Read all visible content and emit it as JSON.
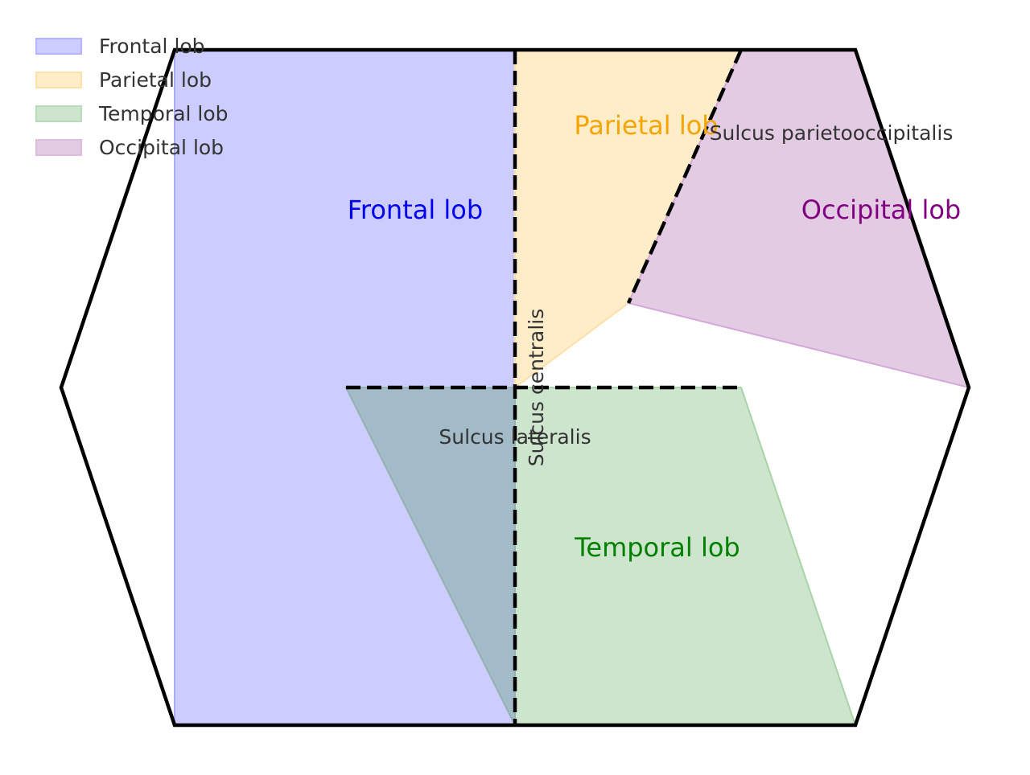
{
  "legend": {
    "items": [
      {
        "label": "Frontal lob",
        "color": "#b3b3ff"
      },
      {
        "label": "Parietal lob",
        "color": "#ffe9bd"
      },
      {
        "label": "Temporal lob",
        "color": "#b8dcba"
      },
      {
        "label": "Occipital lob",
        "color": "#dcbddd"
      }
    ]
  },
  "lobes": {
    "frontal": {
      "label": "Frontal lob",
      "fill": "#ccccff",
      "text_color": "#0000ee"
    },
    "parietal": {
      "label": "Parietal lob",
      "fill": "#ffecc9",
      "text_color": "#f5a500"
    },
    "occipital": {
      "label": "Occipital lob",
      "fill": "#e3cbe4",
      "text_color": "#800080"
    },
    "temporal": {
      "label": "Temporal lob",
      "fill": "#cde4cd",
      "text_color": "#008000"
    },
    "overlap_fill": "#a3bbc8"
  },
  "sulci": {
    "centralis": "Sulcus centralis",
    "lateralis": "Sulcus lateralis",
    "parietooccipitalis": "Sulcus parietooccipitalis"
  }
}
